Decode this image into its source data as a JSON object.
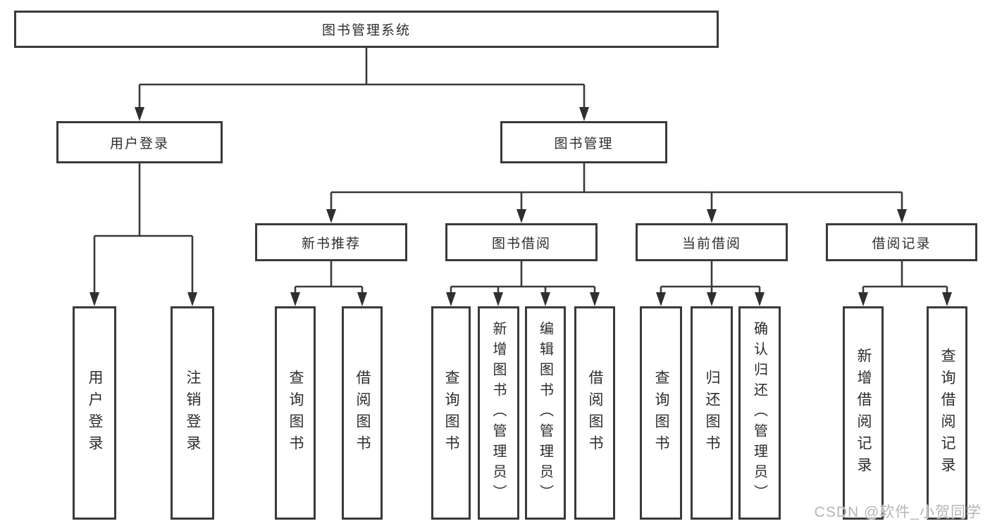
{
  "tree": {
    "root": "图书管理系统",
    "branches": [
      {
        "label": "用户登录",
        "children": [
          "用户登录",
          "注销登录"
        ]
      },
      {
        "label": "图书管理",
        "groups": [
          {
            "label": "新书推荐",
            "children": [
              "查询图书",
              "借阅图书"
            ]
          },
          {
            "label": "图书借阅",
            "children": [
              "查询图书",
              "新增图书（管理员）",
              "编辑图书（管理员）",
              "借阅图书"
            ]
          },
          {
            "label": "当前借阅",
            "children": [
              "查询图书",
              "归还图书",
              "确认归还（管理员）"
            ]
          },
          {
            "label": "借阅记录",
            "children": [
              "新增借阅记录",
              "查询借阅记录"
            ]
          }
        ]
      }
    ]
  },
  "watermark": {
    "text": "CSDN @软件_小贺同学"
  },
  "colors": {
    "line": "#3a3a3a",
    "box_border": "#3a3a3a",
    "text": "#2d2d2d",
    "background": "#ffffff",
    "watermark": "#b2b2b2"
  }
}
